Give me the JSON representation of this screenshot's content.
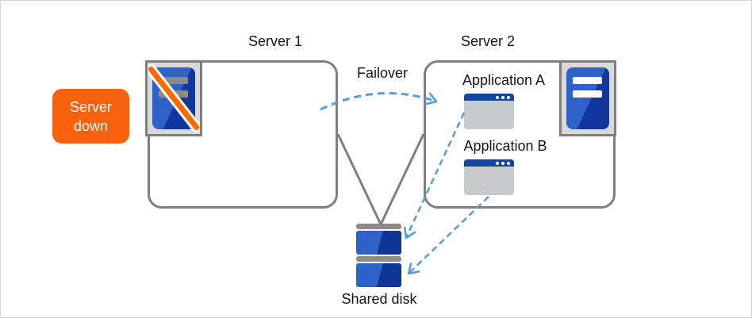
{
  "badge": {
    "lines": [
      "Server",
      "down"
    ]
  },
  "servers": [
    {
      "label": "Server 1",
      "status": "down"
    },
    {
      "label": "Server 2",
      "status": "up"
    }
  ],
  "apps": [
    {
      "label": "Application A"
    },
    {
      "label": "Application B"
    }
  ],
  "failover_label": "Failover",
  "shared_disk_label": "Shared disk",
  "icons": {
    "crossed_server_icon": "server unit with orange diagonal slash (failed server)",
    "server_icon": "server unit with two white bars",
    "app_window_icon": "application window with blue title bar and three dots",
    "shared_disk_icon": "two stacked disk drives with gray caps"
  },
  "colors": {
    "badge_orange": "#F8610D",
    "slash_orange": "#FF6A00",
    "server_blue_light": "#2F62C8",
    "server_blue_dark": "#11379E",
    "window_titlebar_blue": "#11479E",
    "window_body_gray": "#C9CACB",
    "connector_gray": "#7F7F7F",
    "arrow_blue": "#5B9BD5",
    "disk_cap_gray": "#8C8C8C",
    "icon_bg_gray": "#D9D9D9",
    "box_border_gray": "#7F7F7F"
  }
}
